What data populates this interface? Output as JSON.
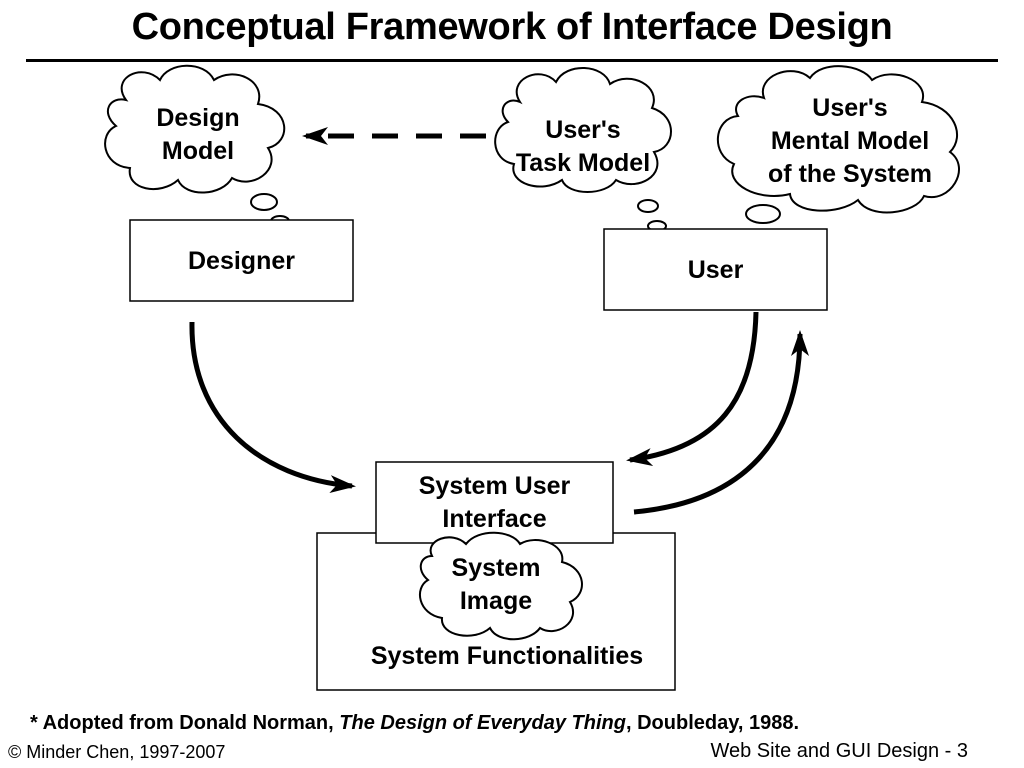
{
  "title": "Conceptual Framework of Interface Design",
  "clouds": {
    "design_model": [
      "Design",
      "Model"
    ],
    "task_model": [
      "User's",
      "Task Model"
    ],
    "mental_model": [
      "User's",
      "Mental Model",
      "of the System"
    ],
    "system_image": [
      "System",
      "Image"
    ]
  },
  "boxes": {
    "designer": "Designer",
    "user": "User",
    "system_ui": [
      "System User",
      "Interface"
    ],
    "functionalities": "System Functionalities"
  },
  "footnote": {
    "prefix": "* Adopted from Donald Norman, ",
    "book": "The Design of Everyday Thing",
    "suffix": ", Doubleday, 1988."
  },
  "footer": {
    "copyright": "© Minder Chen, 1997-2007",
    "slide": "Web Site and GUI Design - 3"
  }
}
